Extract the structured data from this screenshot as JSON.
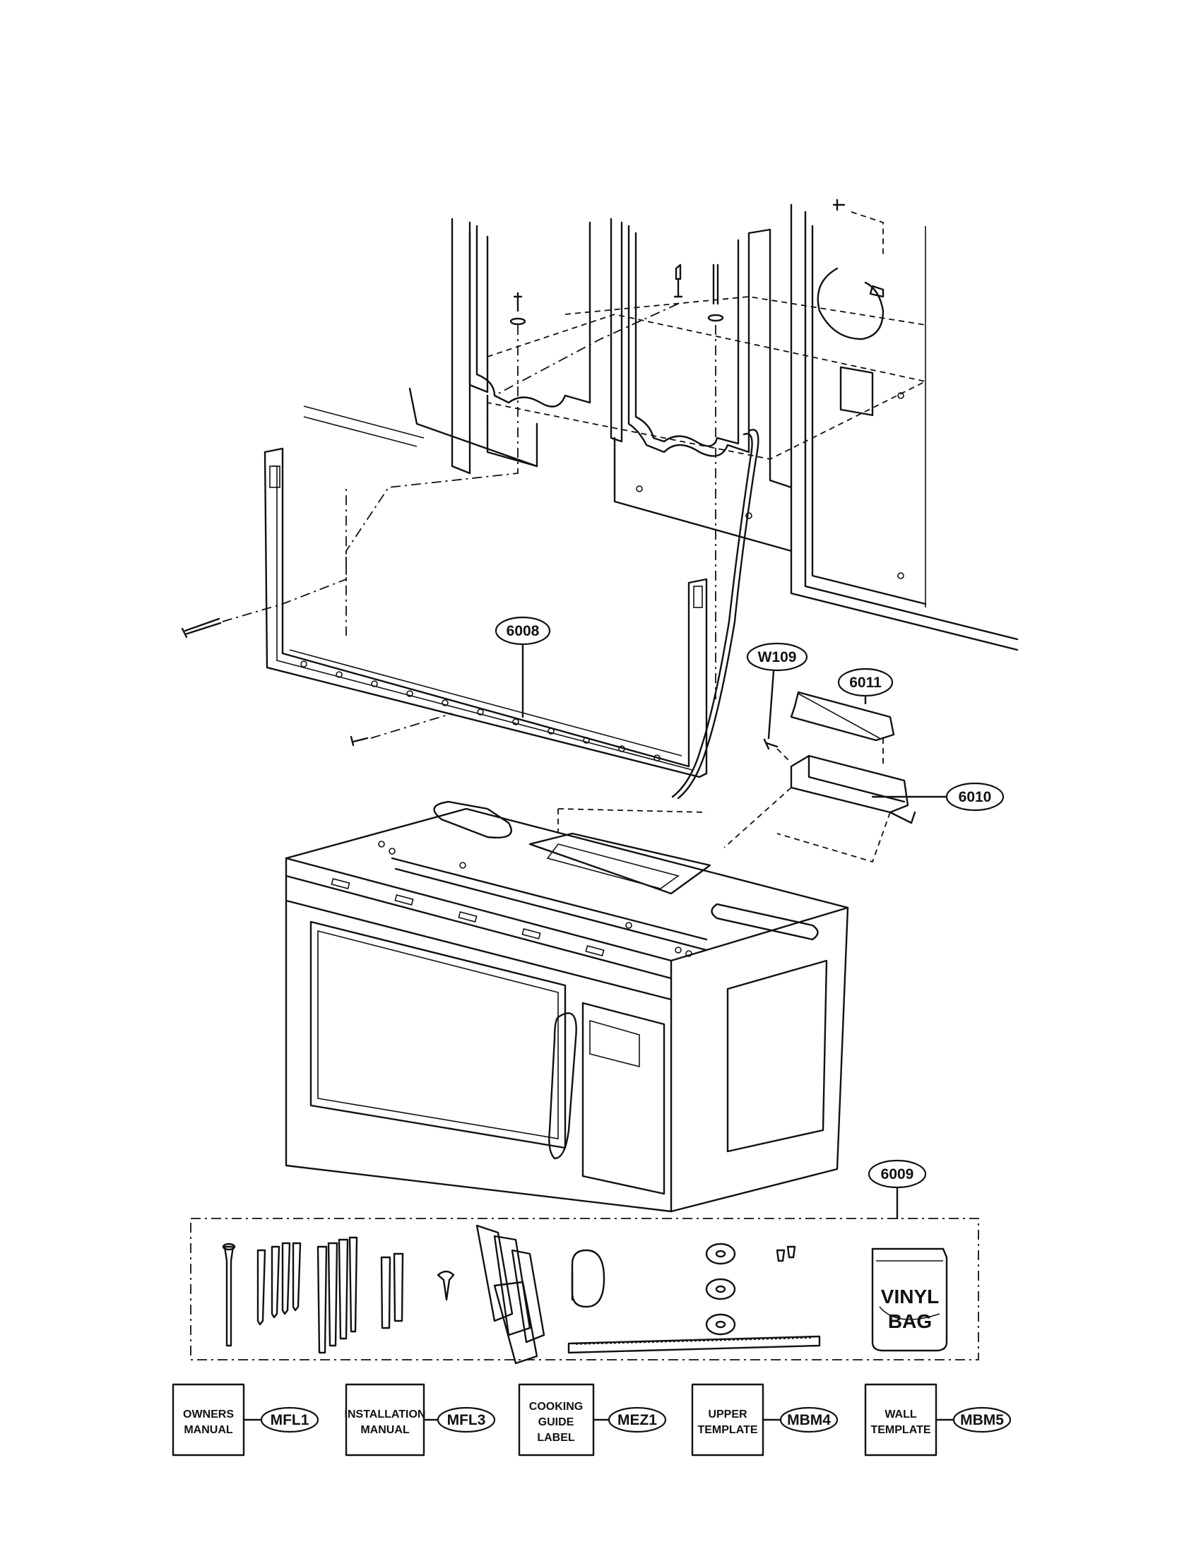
{
  "callouts": {
    "c6008": "6008",
    "cW109": "W109",
    "c6011": "6011",
    "c6010": "6010",
    "c6009": "6009"
  },
  "vinyl_bag": [
    "VINYL",
    "BAG"
  ],
  "literature": [
    {
      "box_lines": [
        "OWNERS",
        "MANUAL"
      ],
      "code": "MFL1"
    },
    {
      "box_lines": [
        "INSTALLATION",
        "MANUAL"
      ],
      "code": "MFL3"
    },
    {
      "box_lines": [
        "COOKING",
        "GUIDE",
        "LABEL"
      ],
      "code": "MEZ1"
    },
    {
      "box_lines": [
        "UPPER",
        "TEMPLATE"
      ],
      "code": "MBM4"
    },
    {
      "box_lines": [
        "WALL",
        "TEMPLATE"
      ],
      "code": "MBM5"
    }
  ]
}
